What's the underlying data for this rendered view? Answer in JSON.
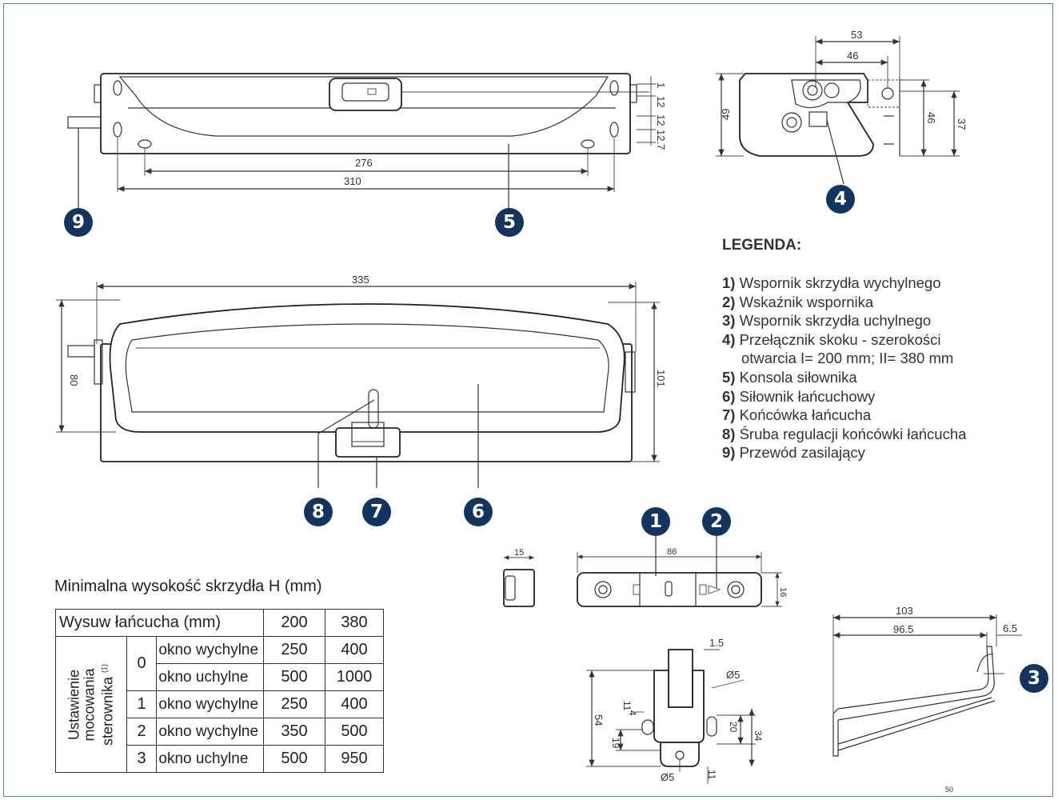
{
  "top_view": {
    "dims": [
      "276",
      "310"
    ],
    "right_dims": [
      "1",
      "12",
      "12",
      "12.7"
    ]
  },
  "side_view": {
    "dims": [
      "53",
      "46",
      "49",
      "46",
      "37"
    ]
  },
  "front_view": {
    "dims": [
      "335",
      "80",
      "101"
    ]
  },
  "bracket_top": {
    "dims": [
      "15",
      "86",
      "16"
    ]
  },
  "bracket_front": {
    "dims": [
      "1.5",
      "Ø5",
      "11",
      "4",
      "54",
      "19",
      "20",
      "34",
      "Ø5",
      "11"
    ]
  },
  "bracket_side": {
    "dims": [
      "103",
      "96.5",
      "6.5",
      "50"
    ]
  },
  "callouts": [
    "1",
    "2",
    "3",
    "4",
    "5",
    "6",
    "7",
    "8",
    "9"
  ],
  "legend": {
    "title": "LEGENDA:",
    "items": [
      {
        "num": "1)",
        "text": "Wspornik skrzydła wychylnego"
      },
      {
        "num": "2)",
        "text": "Wskaźnik wspornika"
      },
      {
        "num": "3)",
        "text": "Wspornik skrzydła uchylnego"
      },
      {
        "num": "4)",
        "text": "Przełącznik skoku - szerokości",
        "cont": "otwarcia I= 200 mm; II= 380 mm"
      },
      {
        "num": "5)",
        "text": "Konsola siłownika"
      },
      {
        "num": "6)",
        "text": "Siłownik łańcuchowy"
      },
      {
        "num": "7)",
        "text": "Końcówka łańcucha"
      },
      {
        "num": "8)",
        "text": "Śruba regulacji końcówki łańcucha"
      },
      {
        "num": "9)",
        "text": "Przewód zasilający"
      }
    ]
  },
  "table": {
    "title": "Minimalna wysokość  skrzydła  H (mm)",
    "header": {
      "label": "Wysuw łańcucha (mm)",
      "v1": "200",
      "v2": "380"
    },
    "side_label_1": "Ustawienie",
    "side_label_2": "mocowania",
    "side_label_3": "sterownika",
    "side_note": "(1)",
    "rows": [
      {
        "setting": "0",
        "type": "okno wychylne",
        "v1": "250",
        "v2": "400"
      },
      {
        "setting": "",
        "type": "okno uchylne",
        "v1": "500",
        "v2": "1000"
      },
      {
        "setting": "1",
        "type": "okno wychylne",
        "v1": "250",
        "v2": "400"
      },
      {
        "setting": "2",
        "type": "okno wychylne",
        "v1": "350",
        "v2": "500"
      },
      {
        "setting": "3",
        "type": "okno uchylne",
        "v1": "500",
        "v2": "950"
      }
    ]
  }
}
